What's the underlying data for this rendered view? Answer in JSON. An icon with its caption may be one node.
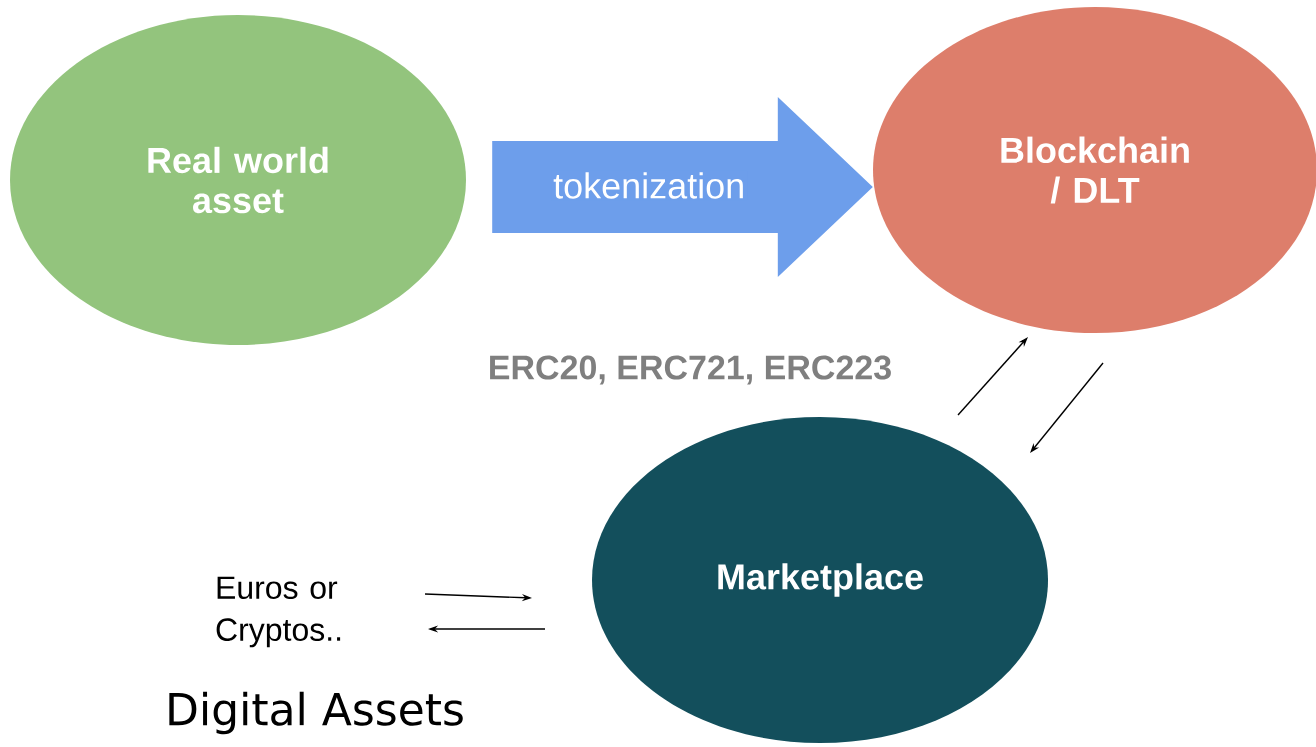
{
  "diagram": {
    "nodes": [
      {
        "text": [
          "Real world asset"
        ]
      },
      {
        "text": [
          "Blockchain / DLT"
        ]
      },
      {
        "text": [
          "Marketplace"
        ]
      },
      {
        "text": [
          "Euros or Cryptos.."
        ]
      }
    ],
    "edges": [
      {
        "from": 0,
        "to": 1,
        "arrow": "to",
        "label": "tokenization",
        "style": "thick",
        "color": "#6d9eeb"
      },
      {
        "from": 2,
        "to": 1,
        "arrow": "to"
      },
      {
        "from": 1,
        "to": 2,
        "arrow": "to"
      },
      {
        "from": 3,
        "to": 2,
        "arrow": "to"
      },
      {
        "from": 2,
        "to": 3,
        "arrow": "to"
      }
    ],
    "labels": [
      "ERC20, ERC721, ERC223",
      "Digital Assets"
    ]
  }
}
